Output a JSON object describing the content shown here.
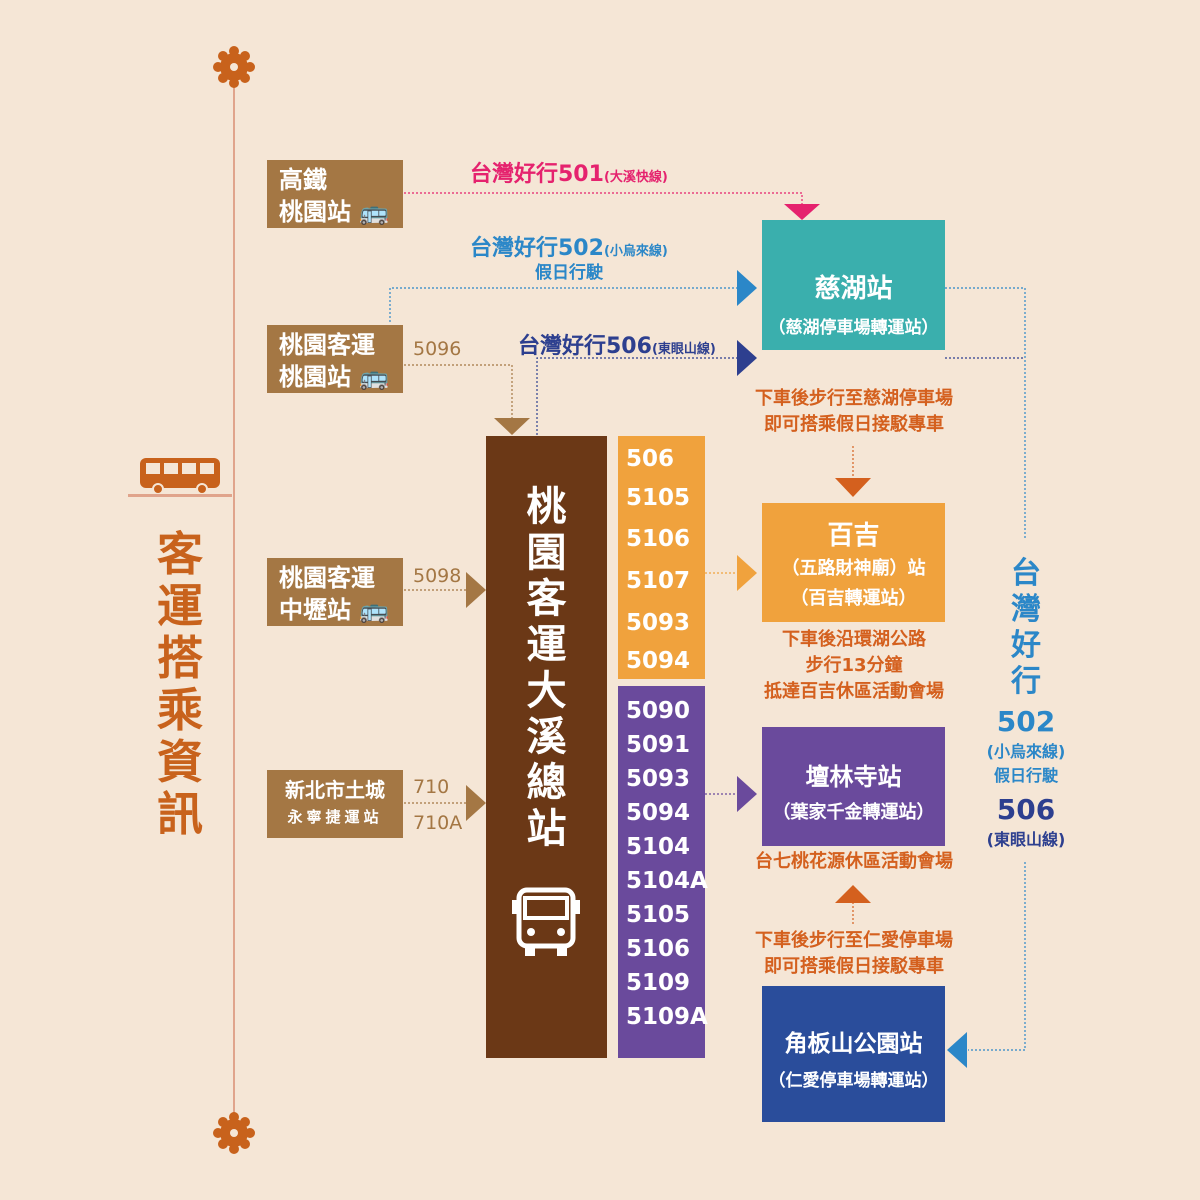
{
  "title": "客運搭乘資訊",
  "hub": {
    "name": "桃園客運大溪總站"
  },
  "origins": {
    "hsr": {
      "line1": "高鐵",
      "line2": "桃園站"
    },
    "taoyuan": {
      "line1": "桃園客運",
      "line2": "桃園站",
      "route": "5096"
    },
    "zhongli": {
      "line1": "桃園客運",
      "line2": "中壢站",
      "route": "5098"
    },
    "tucheng": {
      "line1": "新北市土城",
      "line2": "永寧捷運站",
      "route1": "710",
      "route2": "710A"
    }
  },
  "lines": {
    "l501": {
      "name": "台灣好行501",
      "sub": "(大溪快線)",
      "color": "#e5226e"
    },
    "l502": {
      "name": "台灣好行502",
      "sub": "(小烏來線)",
      "note": "假日行駛",
      "color": "#2b87c8"
    },
    "l506": {
      "name": "台灣好行506",
      "sub": "(東眼山線)",
      "color": "#2d3f8f"
    }
  },
  "orange_routes": [
    "506",
    "5105",
    "5106",
    "5107",
    "5093",
    "5094"
  ],
  "purple_routes": [
    "5090",
    "5091",
    "5093",
    "5094",
    "5104",
    "5104A",
    "5105",
    "5106",
    "5109",
    "5109A"
  ],
  "destinations": {
    "cihu": {
      "name": "慈湖站",
      "sub": "（慈湖停車場轉運站）",
      "color": "#3aafad"
    },
    "baiji": {
      "name": "百吉",
      "sub1": "（五路財神廟）站",
      "sub2": "（百吉轉運站）",
      "color": "#f0a23d"
    },
    "tanlin": {
      "name": "壇林寺站",
      "sub": "（葉家千金轉運站）",
      "color": "#6a4a9c"
    },
    "jiaobanshan": {
      "name": "角板山公園站",
      "sub": "（仁愛停車場轉運站）",
      "color": "#2a4d9b"
    }
  },
  "notes": {
    "cihu_line1": "下車後步行至慈湖停車場",
    "cihu_line2": "即可搭乘假日接駁專車",
    "baiji_line1": "下車後沿環湖公路",
    "baiji_line2": "步行13分鐘",
    "baiji_line3": "抵達百吉休區活動會場",
    "tanlin_line1": "台七桃花源休區活動會場",
    "jiao_line1": "下車後步行至仁愛停車場",
    "jiao_line2": "即可搭乘假日接駁專車"
  },
  "side": {
    "title": "台灣好行",
    "r502": "502",
    "r502_sub": "(小烏來線)",
    "r502_note": "假日行駛",
    "r506": "506",
    "r506_sub": "(東眼山線)"
  }
}
